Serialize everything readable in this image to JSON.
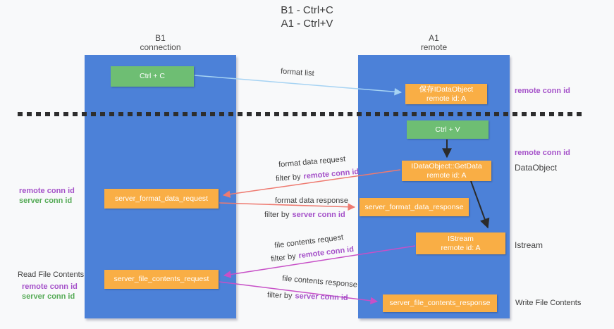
{
  "title": {
    "line1": "B1 - Ctrl+C",
    "line2": "A1 - Ctrl+V"
  },
  "lifelines": {
    "left": {
      "title": "B1",
      "subtitle": "connection"
    },
    "right": {
      "title": "A1",
      "subtitle": "remote"
    }
  },
  "nodes": {
    "ctrl_c": {
      "label": "Ctrl + C"
    },
    "save_dataobject": {
      "line1": "保存IDataObject",
      "line2": "remote id: A"
    },
    "ctrl_v": {
      "label": "Ctrl + V"
    },
    "getdata": {
      "line1": "IDataObject::GetData",
      "line2": "remote id: A"
    },
    "format_request": {
      "label": "server_format_data_request"
    },
    "format_response": {
      "label": "server_format_data_response"
    },
    "istream": {
      "line1": "IStream",
      "line2": "remote id: A"
    },
    "file_request": {
      "label": "server_file_contents_request"
    },
    "file_response": {
      "label": "server_file_contents_response"
    }
  },
  "edge_labels": {
    "format_list": "format list",
    "format_data_request": "format data request",
    "format_data_response": "format data response",
    "file_contents_request": "file contents request",
    "file_contents_response": "file contents response",
    "filter_by": "filter by",
    "remote_conn_id": "remote conn id",
    "server_conn_id": "server conn id"
  },
  "side_labels": {
    "remote_conn_id": "remote conn id",
    "server_conn_id": "server conn id",
    "dataobject": "DataObject",
    "istream": "Istream",
    "read_file_contents": "Read File Contents",
    "write_file_contents": "Write File Contents"
  },
  "colors": {
    "lifeline_blue": "#4c81d8",
    "action_green": "#6ebe73",
    "message_orange": "#f9ae45",
    "remote_id_purple": "#a552c9",
    "server_id_green": "#56ab57",
    "request_arrow_salmon": "#ee7a70",
    "response_arrow_magenta": "#c750c7",
    "format_list_arrow_blue": "#a6d3f3",
    "black_arrow": "#2b2b2b"
  }
}
